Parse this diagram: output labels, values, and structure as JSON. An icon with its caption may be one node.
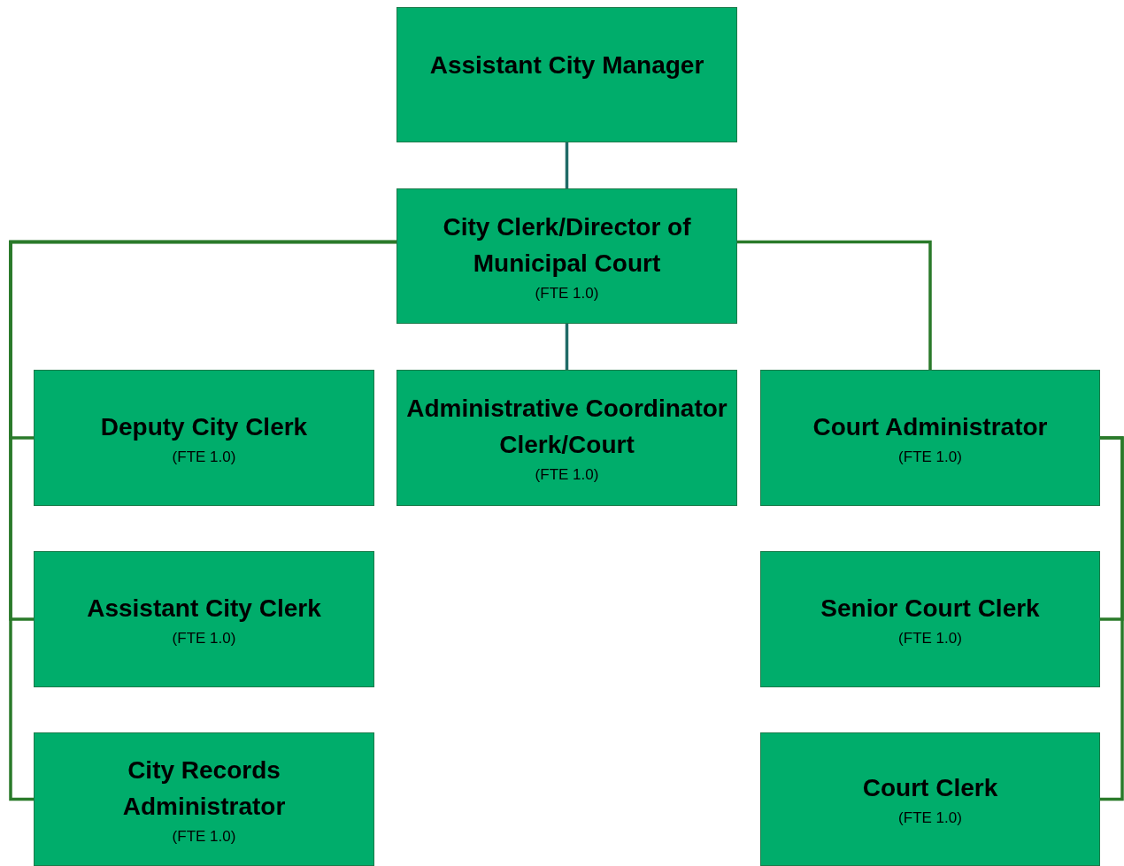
{
  "diagram": {
    "nodes": [
      {
        "text": [
          "Assistant City Manager"
        ]
      },
      {
        "text": [
          "City Clerk/Director of Municipal Court",
          "(FTE 1.0)"
        ]
      },
      {
        "text": [
          "Deputy City Clerk",
          "(FTE 1.0)"
        ]
      },
      {
        "text": [
          "Administrative Coordinator Clerk/Court",
          "(FTE 1.0)"
        ]
      },
      {
        "text": [
          "Court Administrator",
          "(FTE 1.0)"
        ]
      },
      {
        "text": [
          "Assistant City Clerk",
          "(FTE 1.0)"
        ]
      },
      {
        "text": [
          "Senior Court Clerk",
          "(FTE 1.0)"
        ]
      },
      {
        "text": [
          "City Records Administrator",
          "(FTE 1.0)"
        ]
      },
      {
        "text": [
          "Court Clerk",
          "(FTE 1.0)"
        ]
      }
    ],
    "edges": [
      {
        "from": 0,
        "to": 1,
        "arrow": "none",
        "color": "#1f6b67"
      },
      {
        "from": 1,
        "to": 2,
        "arrow": "none"
      },
      {
        "from": 1,
        "to": 3,
        "arrow": "none",
        "color": "#1f6b67"
      },
      {
        "from": 1,
        "to": 4,
        "arrow": "none"
      },
      {
        "from": 1,
        "to": 5,
        "arrow": "none"
      },
      {
        "from": 1,
        "to": 7,
        "arrow": "none"
      },
      {
        "from": 4,
        "to": 6,
        "arrow": "none"
      },
      {
        "from": 4,
        "to": 8,
        "arrow": "none"
      }
    ]
  }
}
